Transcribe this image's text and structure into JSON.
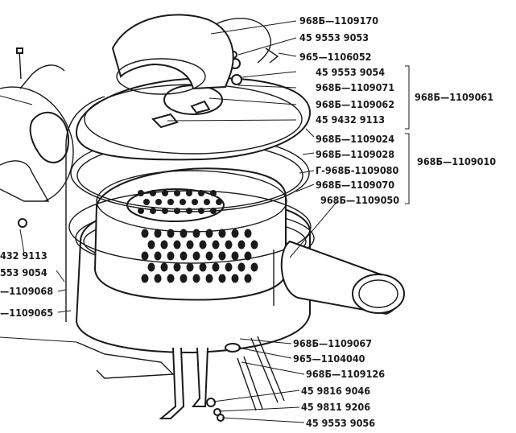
{
  "labels": {
    "right": [
      "968Б—1109170",
      "45 9553 9053",
      "965—1106052",
      "45 9553 9054",
      "968Б—1109071",
      "968Б—1109062",
      "45 9432 9113",
      "968Б—1109024",
      "968Б—1109028",
      "Г-968Б-1109080",
      "968Б—1109070",
      "968Б—1109050"
    ],
    "assembly": [
      "968Б—1109061",
      "968Б—1109010"
    ],
    "left": [
      "432 9113",
      "553 9054",
      "—1109068",
      "—1109065"
    ],
    "bottom": [
      "968Б—1109067",
      "965—1104040",
      "968Б—1109126",
      "45 9816 9046",
      "45 9811 9206",
      "45 9553 9056"
    ]
  }
}
